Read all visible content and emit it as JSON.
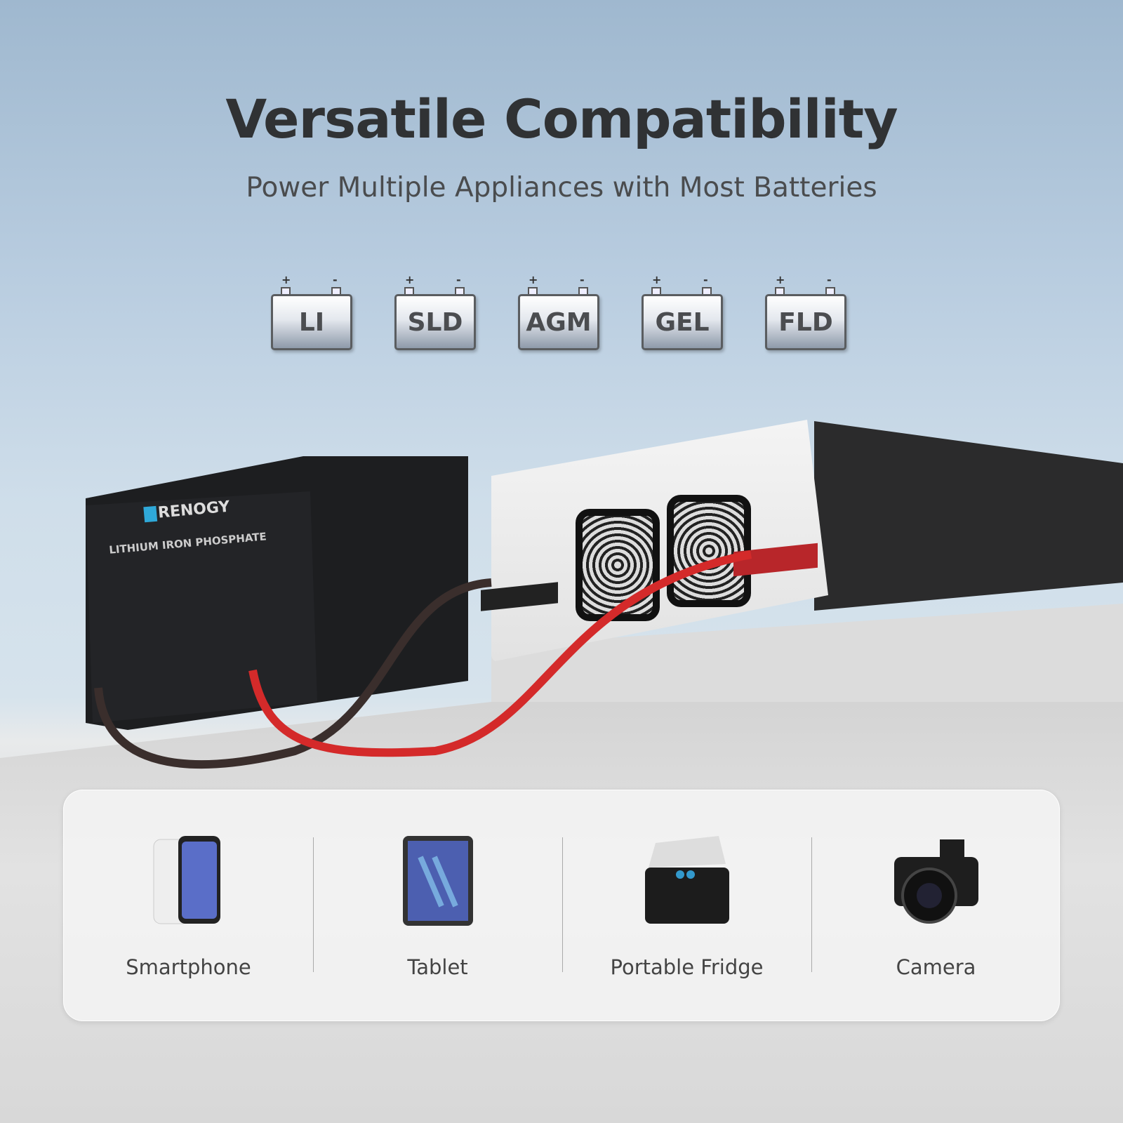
{
  "header": {
    "title": "Versatile Compatibility",
    "subtitle": "Power Multiple Appliances with Most Batteries"
  },
  "battery_types": [
    {
      "label": "LI"
    },
    {
      "label": "SLD"
    },
    {
      "label": "AGM"
    },
    {
      "label": "GEL"
    },
    {
      "label": "FLD"
    }
  ],
  "terminal_signs": {
    "positive": "+",
    "negative": "-"
  },
  "product": {
    "battery_brand": "RENOGY",
    "battery_label": "LITHIUM IRON PHOSPHATE",
    "brand_color": "#2fa8d8",
    "cable_positive_color": "#d42a2a",
    "cable_negative_color": "#3a2e2c"
  },
  "appliances": [
    {
      "label": "Smartphone",
      "icon": "smartphone-icon"
    },
    {
      "label": "Tablet",
      "icon": "tablet-icon"
    },
    {
      "label": "Portable Fridge",
      "icon": "fridge-icon"
    },
    {
      "label": "Camera",
      "icon": "camera-icon"
    }
  ]
}
